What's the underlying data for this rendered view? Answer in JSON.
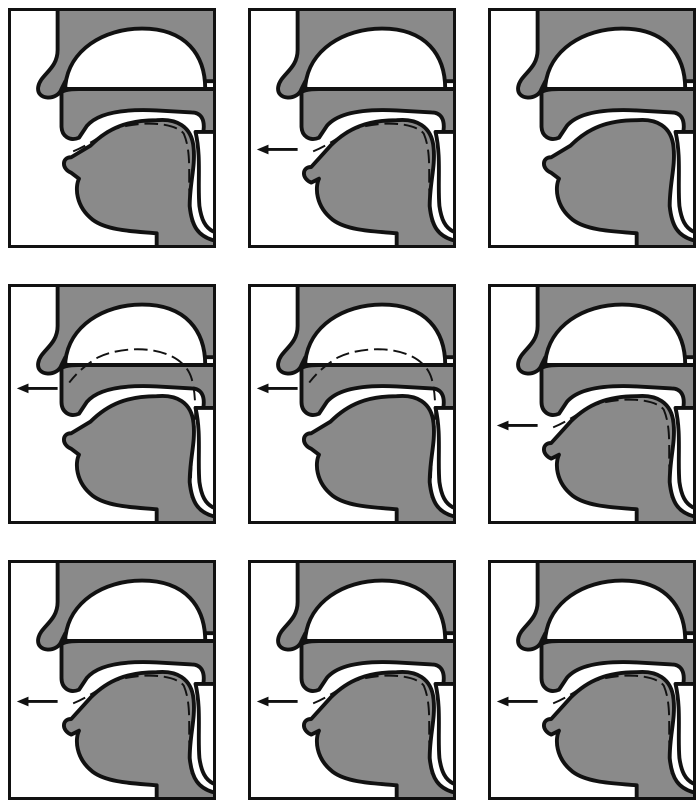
{
  "figure": {
    "panels": [
      {
        "id": 1,
        "oral_flow": true,
        "nasal_flow": false,
        "outward_arrow": "none",
        "lips": "closed"
      },
      {
        "id": 2,
        "oral_flow": true,
        "nasal_flow": false,
        "outward_arrow": "lips",
        "lips": "open"
      },
      {
        "id": 3,
        "oral_flow": false,
        "nasal_flow": false,
        "outward_arrow": "none",
        "lips": "closed"
      },
      {
        "id": 4,
        "oral_flow": false,
        "nasal_flow": true,
        "outward_arrow": "nose",
        "lips": "closed"
      },
      {
        "id": 5,
        "oral_flow": false,
        "nasal_flow": true,
        "outward_arrow": "nose",
        "lips": "closed"
      },
      {
        "id": 6,
        "oral_flow": true,
        "nasal_flow": false,
        "outward_arrow": "lips",
        "lips": "open"
      },
      {
        "id": 7,
        "oral_flow": true,
        "nasal_flow": false,
        "outward_arrow": "lips",
        "lips": "open"
      },
      {
        "id": 8,
        "oral_flow": true,
        "nasal_flow": false,
        "outward_arrow": "lips",
        "lips": "open"
      },
      {
        "id": 9,
        "oral_flow": true,
        "nasal_flow": false,
        "outward_arrow": "lips",
        "lips": "open"
      }
    ],
    "colors": {
      "tissue": "#8a8a8a",
      "outline": "#111111",
      "background": "#ffffff"
    }
  }
}
